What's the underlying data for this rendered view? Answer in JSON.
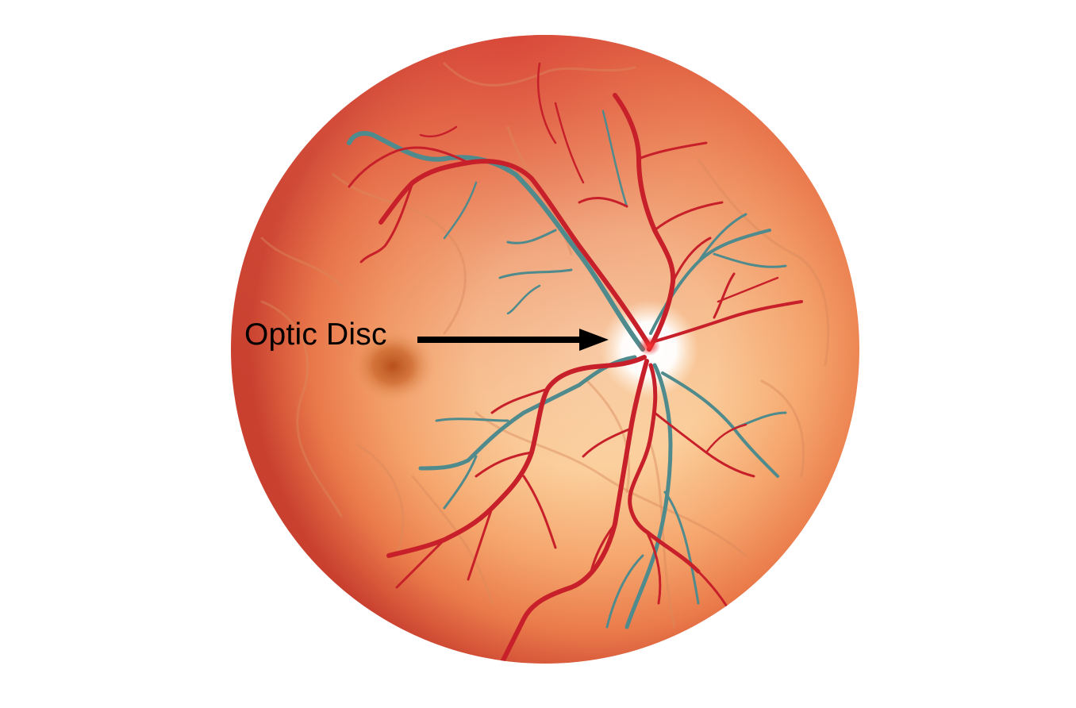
{
  "diagram": {
    "subject": "retina fundus illustration",
    "annotations": [
      {
        "label": "Optic Disc",
        "points_to": "optic-disc",
        "arrow": "right"
      }
    ],
    "colors": {
      "background": "#ffffff",
      "fundus_center": "#fbd4a4",
      "fundus_edge": "#c9402f",
      "artery": "#c8202a",
      "vein": "#4f8a8d",
      "macula": "#b84f1c",
      "optic_disc": "#ffffff",
      "label_text": "#000000",
      "arrow": "#000000"
    }
  }
}
